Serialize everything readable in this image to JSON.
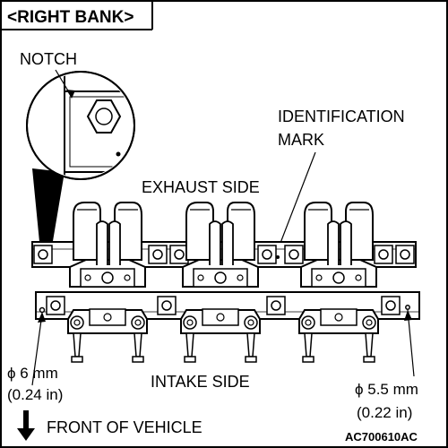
{
  "header": {
    "title": "<RIGHT BANK>"
  },
  "callouts": {
    "notch": "NOTCH",
    "identification_line1": "IDENTIFICATION",
    "identification_line2": "MARK",
    "exhaust_side": "EXHAUST SIDE",
    "intake_side": "INTAKE SIDE"
  },
  "dimensions": {
    "left_mm": "ϕ 6 mm",
    "left_in": "(0.24 in)",
    "right_mm": "ϕ 5.5 mm",
    "right_in": "(0.22 in)"
  },
  "direction": {
    "label": "FRONT OF VEHICLE",
    "icon": "arrow-down-icon"
  },
  "figure_code": "AC700610AC"
}
